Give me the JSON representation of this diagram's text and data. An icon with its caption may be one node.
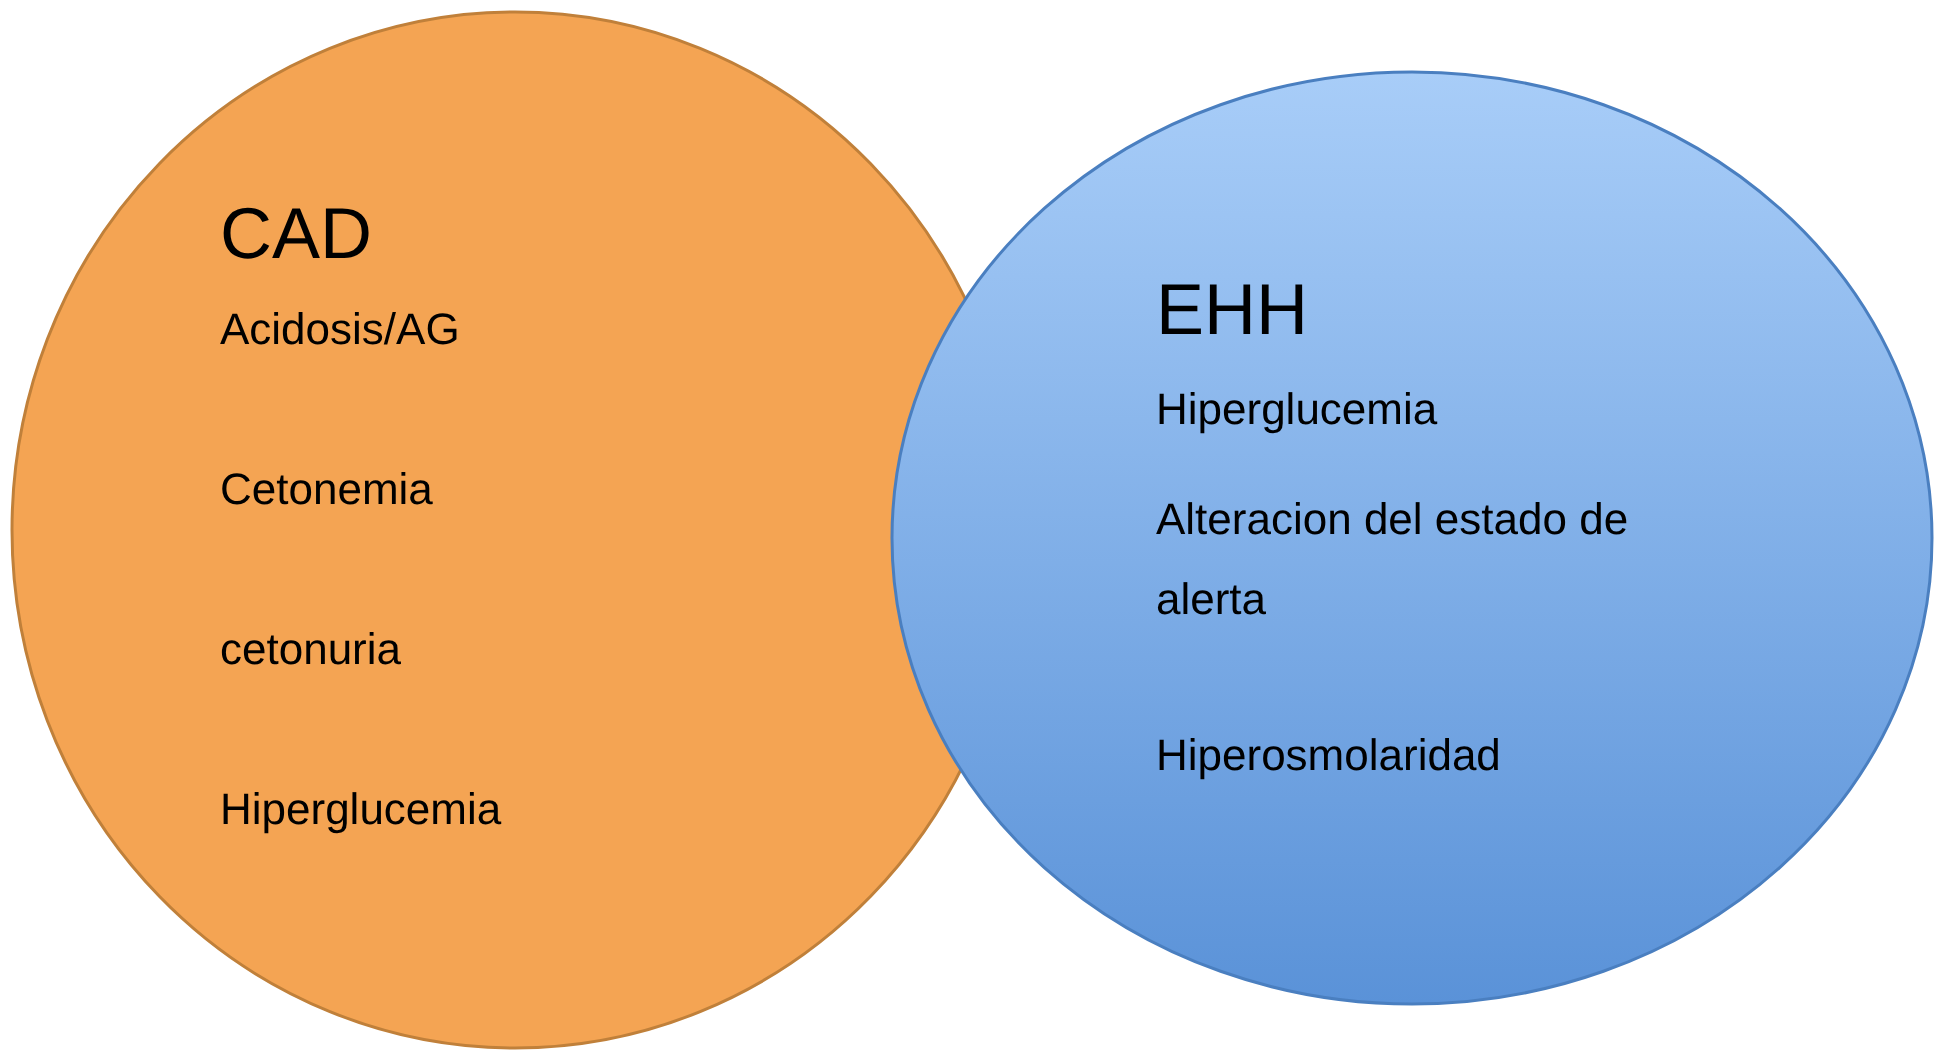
{
  "diagram": {
    "nodes": [
      {
        "text": [
          "CAD",
          "Acidosis/AG",
          "Cetonemia",
          "cetonuria",
          "Hiperglucemia"
        ]
      },
      {
        "text": [
          "EHH",
          "Hiperglucemia",
          "Alteracion del estado de alerta",
          "Hiperosmolaridad"
        ]
      }
    ]
  }
}
